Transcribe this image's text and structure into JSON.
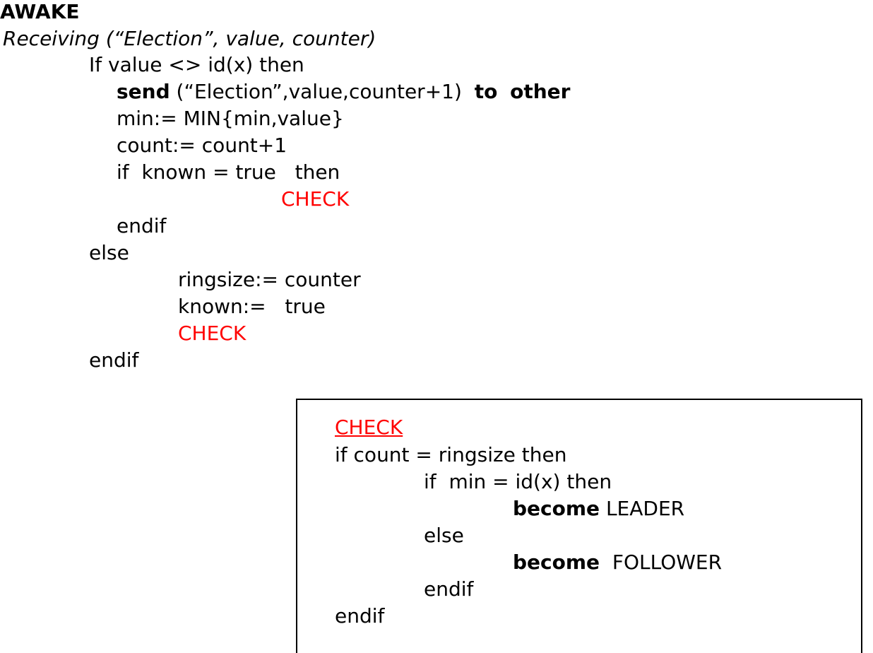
{
  "main": {
    "heading": "AWAKE",
    "receiving": "Receiving (“Election”, value, counter)",
    "if_line": "If value <> id(x) then",
    "send_kw": "send",
    "send_args": " (“Election”,value,counter+1)  ",
    "to_kw": "to",
    "other_kw": "other",
    "min_line": "min:= MIN{min,value}",
    "count_line": "count:= count+1",
    "if_known": "if  known = true   then",
    "check_1": "CHECK",
    "endif_inner": "endif",
    "else_line": "else",
    "ringsize_line": "ringsize:= counter",
    "known_line": "known:=   true",
    "check_2": "CHECK",
    "endif_outer": "endif"
  },
  "check_box": {
    "title": "CHECK",
    "if_count": "if count = ringsize then",
    "if_min": "if  min = id(x) then",
    "become_kw_1": "become",
    "leader": " LEADER",
    "else_line": "else",
    "become_kw_2": "become",
    "follower": "  FOLLOWER",
    "endif_inner": "endif",
    "endif_outer": "endif"
  },
  "colors": {
    "text": "#000000",
    "accent": "#ff0000",
    "background": "#ffffff"
  }
}
